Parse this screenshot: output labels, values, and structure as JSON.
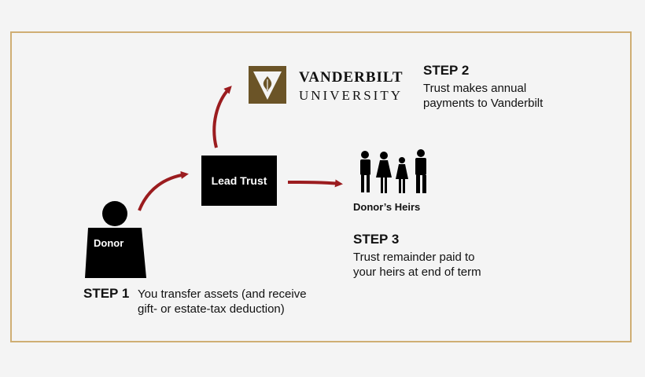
{
  "logo": {
    "name_line1": "VANDERBILT",
    "name_line2": "UNIVERSITY",
    "brand_color": "#6b5427",
    "accent_color": "#cfae74"
  },
  "donor": {
    "label": "Donor"
  },
  "trust": {
    "label": "Lead Trust"
  },
  "heirs": {
    "label": "Donor’s Heirs"
  },
  "steps": [
    {
      "title": "STEP 1",
      "text_line1": "You transfer assets (and receive",
      "text_line2": "gift- or estate-tax deduction)"
    },
    {
      "title": "STEP 2",
      "text_line1": "Trust makes annual",
      "text_line2": "payments to Vanderbilt"
    },
    {
      "title": "STEP 3",
      "text_line1": "Trust remainder paid to",
      "text_line2": "your heirs at end of term"
    }
  ],
  "colors": {
    "arrow": "#9b1c1f",
    "frame": "#cfae74",
    "shape": "#000000"
  }
}
